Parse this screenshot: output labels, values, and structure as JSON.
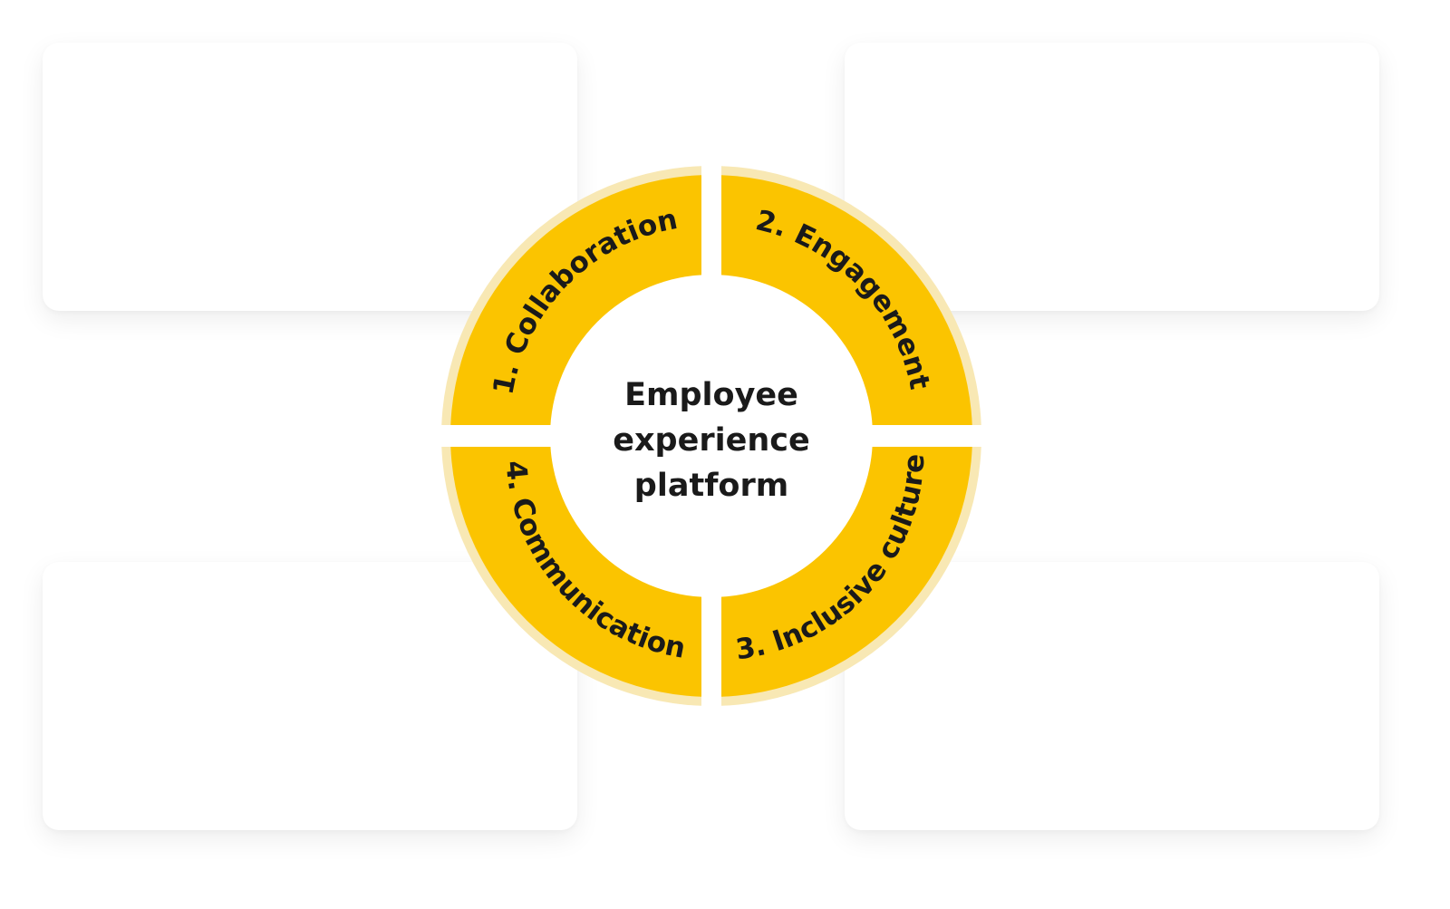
{
  "diagram": {
    "center": {
      "lines": [
        "Employee",
        "experience",
        "platform"
      ]
    },
    "segments": [
      {
        "label": "1. Collaboration"
      },
      {
        "label": "2. Engagement"
      },
      {
        "label": "3. Inclusive culture"
      },
      {
        "label": "4. Communication"
      }
    ],
    "colors": {
      "segment": "#FBC400",
      "outer_ring": "#F8E8B4",
      "background": "#FFFFFF",
      "text": "#1A1A1A"
    }
  }
}
